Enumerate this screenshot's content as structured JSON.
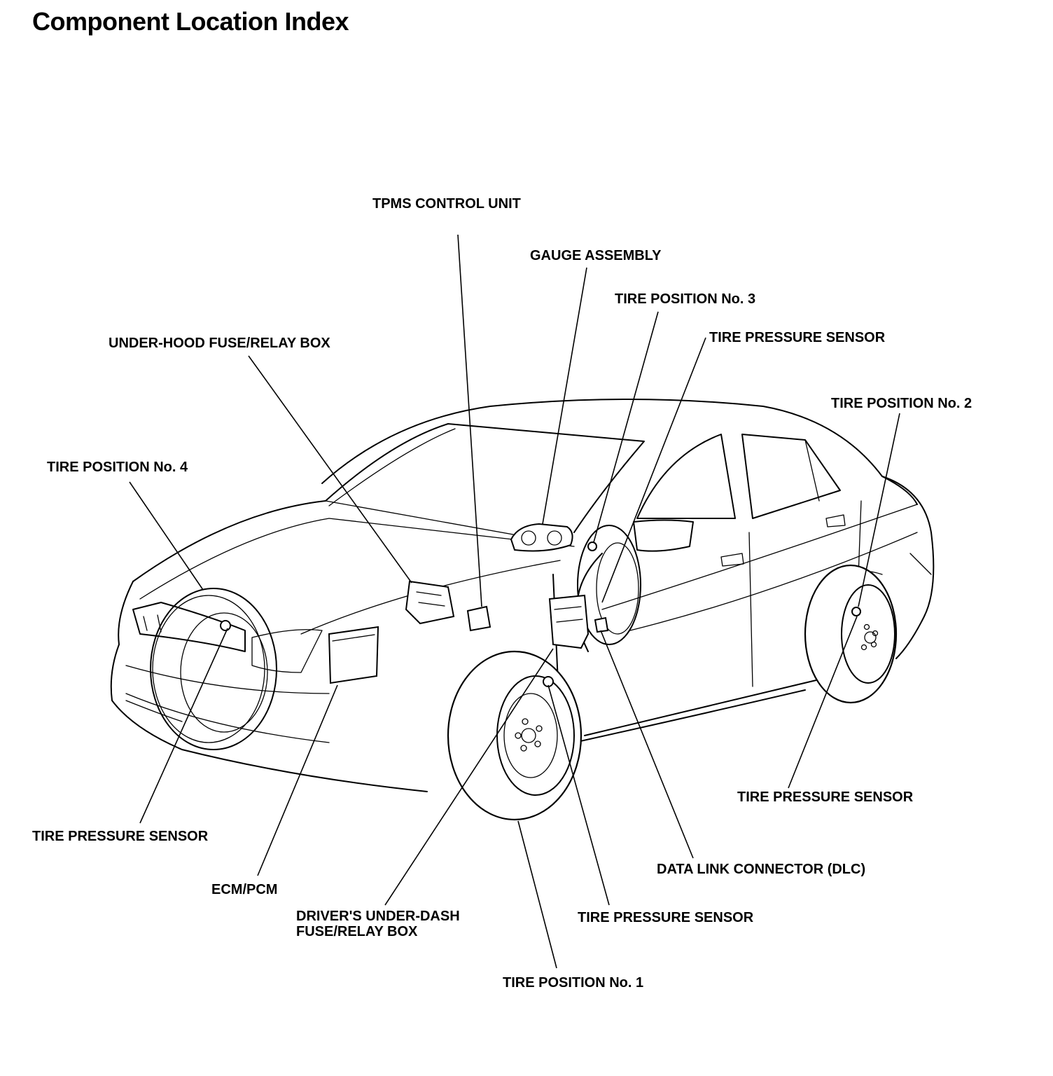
{
  "title": "Component Location Index",
  "labels": {
    "tpms_control_unit": "TPMS CONTROL UNIT",
    "gauge_assembly": "GAUGE ASSEMBLY",
    "tire_position_3": "TIRE POSITION No. 3",
    "tire_pressure_sensor_3": "TIRE PRESSURE SENSOR",
    "under_hood_fuse_box": "UNDER-HOOD FUSE/RELAY BOX",
    "tire_position_2": "TIRE POSITION No. 2",
    "tire_position_4": "TIRE POSITION No. 4",
    "tire_pressure_sensor_2": "TIRE PRESSURE SENSOR",
    "tire_pressure_sensor_4": "TIRE PRESSURE SENSOR",
    "data_link_connector": "DATA LINK CONNECTOR (DLC)",
    "ecm_pcm": "ECM/PCM",
    "under_dash_fuse_box_line1": "DRIVER'S UNDER-DASH",
    "under_dash_fuse_box_line2": "FUSE/RELAY BOX",
    "tire_pressure_sensor_1": "TIRE PRESSURE SENSOR",
    "tire_position_1": "TIRE POSITION No. 1"
  }
}
